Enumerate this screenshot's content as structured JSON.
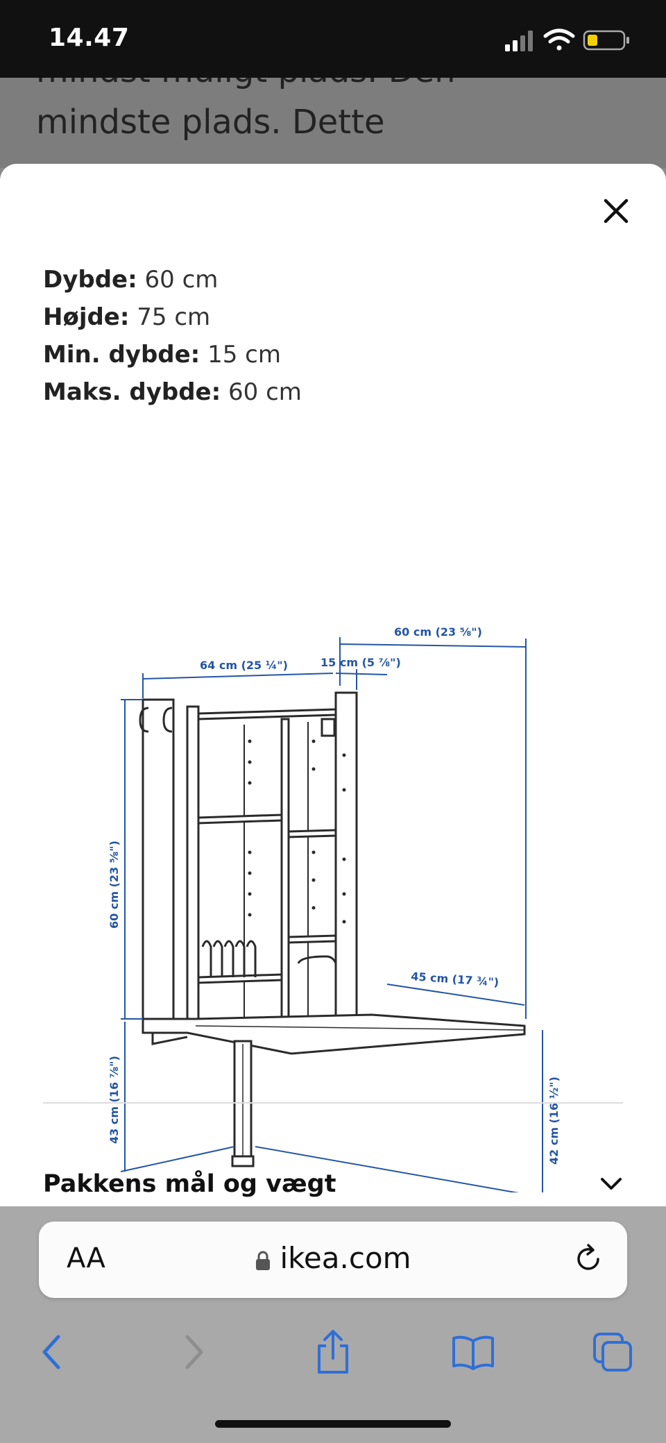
{
  "status_bar": {
    "time": "14.47"
  },
  "background_page": {
    "text_top": "mindst muligt plads. Den",
    "text": "mindste plads. Dette"
  },
  "sheet": {
    "specs": [
      {
        "label": "Dybde:",
        "value": "60 cm"
      },
      {
        "label": "Højde:",
        "value": "75 cm"
      },
      {
        "label": "Min. dybde:",
        "value": "15 cm"
      },
      {
        "label": "Maks. dybde:",
        "value": "60 cm"
      }
    ],
    "diagram": {
      "dim_top_depth": "60 cm (23 ⅝\")",
      "dim_width": "64 cm (25 ¼\")",
      "dim_min_depth": "15 cm (5 ⅞\")",
      "dim_cabinet_height": "60 cm (23 ⅝\")",
      "dim_table_depth": "45 cm (17 ¾\")",
      "dim_lower_height": "43 cm (16 ⅞\")",
      "dim_table_height": "42 cm (16 ½\")"
    },
    "accordion_title": "Pakkens mål og vægt"
  },
  "browser": {
    "aa_label": "AA",
    "url": "ikea.com"
  },
  "colors": {
    "dimension_blue": "#2455a4",
    "ios_blue": "#2f6fd6"
  }
}
